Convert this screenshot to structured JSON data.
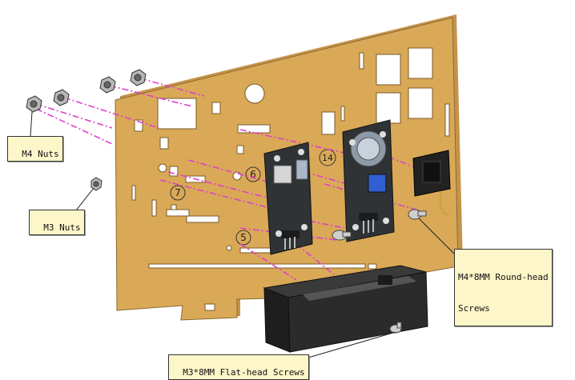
{
  "callouts": {
    "m4_nuts": "M4 Nuts",
    "m3_nuts": "M3 Nuts",
    "m4_screws_line1": "M4*8MM Round-head",
    "m4_screws_line2": "Screws",
    "m3_screws": "M3*8MM Flat-head Screws"
  },
  "markers": {
    "five": "5",
    "six": "6",
    "seven": "7",
    "fourteen": "14"
  },
  "colors": {
    "panel": "#d9a957",
    "panel_edge": "#8a6a33",
    "assembly_line": "#e040c8",
    "module_board": "#2f3335",
    "battery_box": "#2b2b2b",
    "callout_bg": "#fdf6c9"
  }
}
